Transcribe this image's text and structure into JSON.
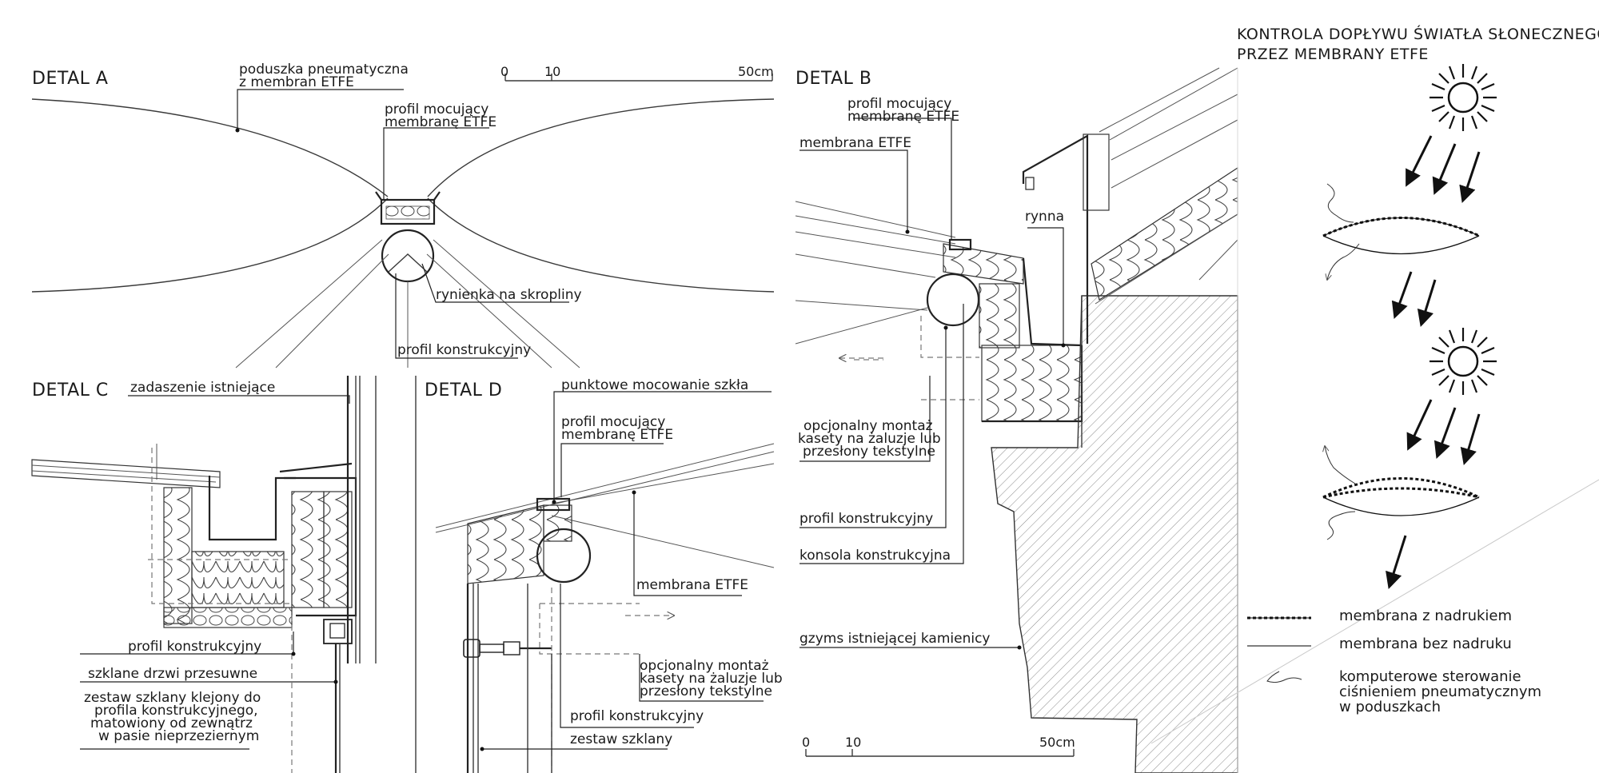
{
  "detail_titles": {
    "a": "DETAL A",
    "b": "DETAL B",
    "c": "DETAL C",
    "d": "DETAL D"
  },
  "scale_bar": {
    "zero": "0",
    "ten": "10",
    "fifty": "50cm"
  },
  "detail_a": {
    "cushion": [
      "poduszka pneumatyczna",
      "z membran ETFE"
    ],
    "profile_fixing": [
      "profil mocujący",
      "membranę ETFE"
    ],
    "gutter": "rynienka na skropliny",
    "structural_profile": "profil konstrukcyjny"
  },
  "detail_b": {
    "profile_fixing": [
      "profil mocujący",
      "membranę ETFE"
    ],
    "membrane": "membrana ETFE",
    "gutter": "rynna",
    "optional_cassette": [
      "opcjonalny montaż",
      "kasety na żaluzje lub",
      "przesłony tekstylne"
    ],
    "structural_profile": "profil konstrukcyjny",
    "console": "konsola konstrukcyjna",
    "cornice": "gzyms istniejącej kamienicy"
  },
  "detail_c": {
    "existing_roof": "zadaszenie istniejące",
    "structural_profile": "profil konstrukcyjny",
    "sliding_doors": "szklane drzwi przesuwne",
    "glass_set": [
      "zestaw szklany klejony do",
      "profila konstrukcyjnego,",
      "matowiony od zewnątrz",
      "w pasie nieprzeziernym"
    ]
  },
  "detail_d": {
    "point_fixing": "punktowe mocowanie szkła",
    "profile_fixing": [
      "profil mocujący",
      "membranę ETFE"
    ],
    "membrane": "membrana ETFE",
    "optional_cassette": [
      "opcjonalny montaż",
      "kasety na żaluzje lub",
      "przesłony tekstylne"
    ],
    "structural_profile": "profil konstrukcyjny",
    "glass_set": "zestaw szklany"
  },
  "legend": {
    "title": [
      "KONTROLA DOPŁYWU ŚWIATŁA SŁONECZNEGO",
      "PRZEZ MEMBRANY ETFE"
    ],
    "printed": "membrana z nadrukiem",
    "unprinted": "membrana bez nadruku",
    "computer": [
      "komputerowe sterowanie",
      "ciśnieniem pneumatycznym",
      "w poduszkach"
    ]
  }
}
